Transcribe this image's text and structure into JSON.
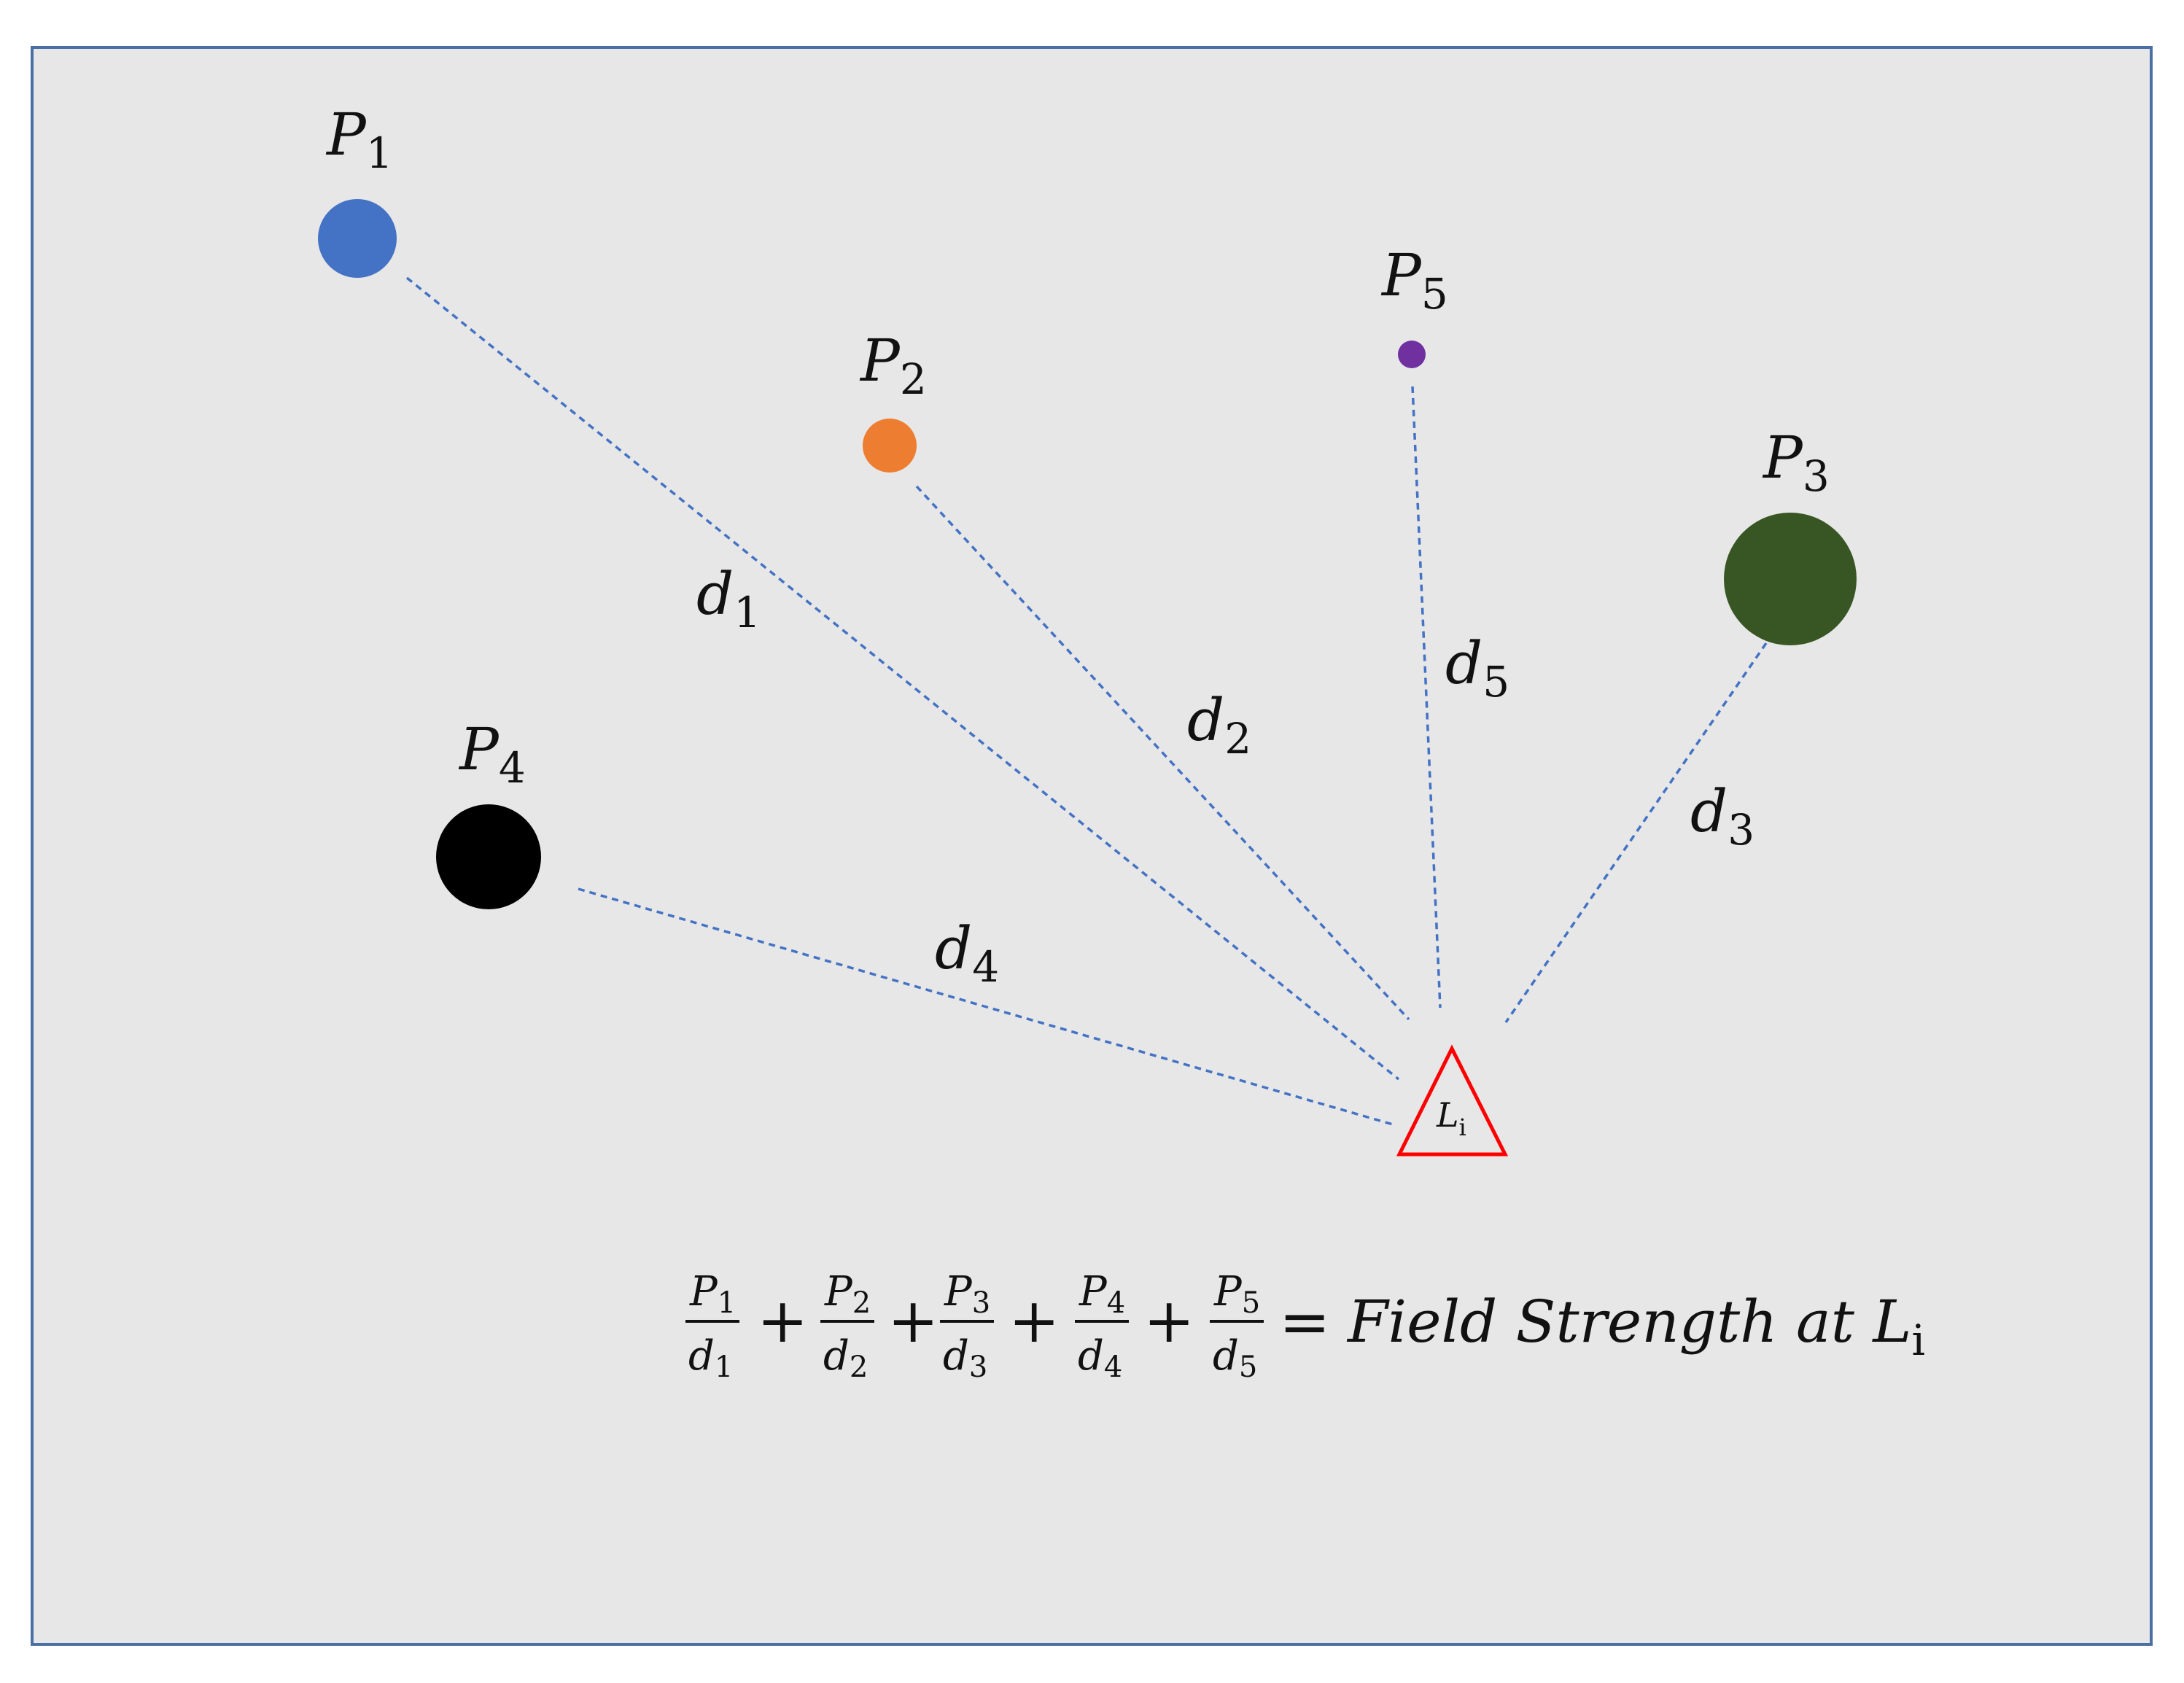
{
  "colors": {
    "background": "#e7e7e7",
    "border": "#4a6fa5",
    "line": "#4472c4",
    "p1": "#4472c4",
    "p2": "#ed7d31",
    "p3": "#375623",
    "p4": "#000000",
    "p5": "#7030a0",
    "target": "#ff0000"
  },
  "points": {
    "p1": {
      "label": "P",
      "sub": "1"
    },
    "p2": {
      "label": "P",
      "sub": "2"
    },
    "p3": {
      "label": "P",
      "sub": "3"
    },
    "p4": {
      "label": "P",
      "sub": "4"
    },
    "p5": {
      "label": "P",
      "sub": "5"
    }
  },
  "distances": {
    "d1": {
      "label": "d",
      "sub": "1"
    },
    "d2": {
      "label": "d",
      "sub": "2"
    },
    "d3": {
      "label": "d",
      "sub": "3"
    },
    "d4": {
      "label": "d",
      "sub": "4"
    },
    "d5": {
      "label": "d",
      "sub": "5"
    }
  },
  "target": {
    "label": "L",
    "sub": "i"
  },
  "formula": {
    "terms": [
      {
        "num": "P",
        "num_sub": "1",
        "den": "d",
        "den_sub": "1"
      },
      {
        "num": "P",
        "num_sub": "2",
        "den": "d",
        "den_sub": "2"
      },
      {
        "num": "P",
        "num_sub": "3",
        "den": "d",
        "den_sub": "3"
      },
      {
        "num": "P",
        "num_sub": "4",
        "den": "d",
        "den_sub": "4"
      },
      {
        "num": "P",
        "num_sub": "5",
        "den": "d",
        "den_sub": "5"
      }
    ],
    "plus": "+",
    "equals": "=",
    "result": "Field Strength at L",
    "result_sub": "i"
  }
}
